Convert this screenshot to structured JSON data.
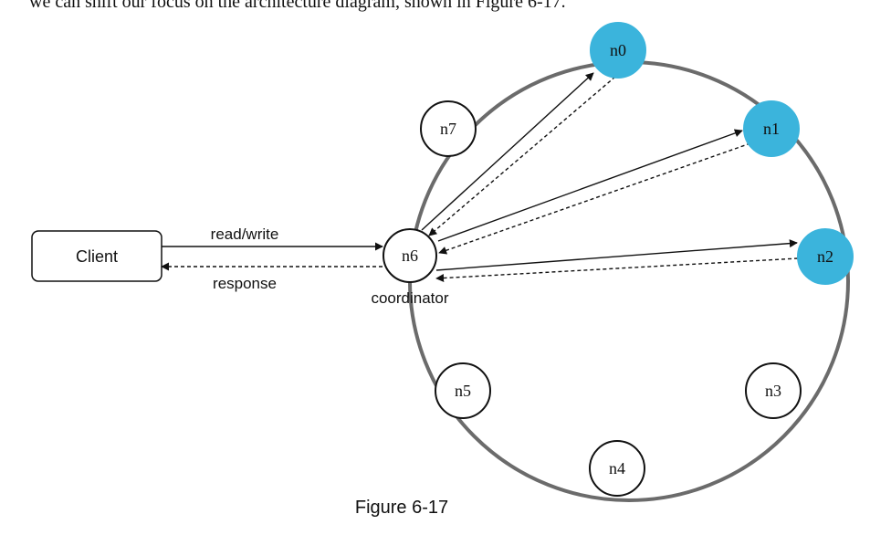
{
  "intro_text": "we can shift our focus on the architecture diagram, shown in Figure 6-17.",
  "client": {
    "label": "Client"
  },
  "edges": {
    "request_label": "read/write",
    "response_label": "response"
  },
  "coordinator_label": "coordinator",
  "nodes": [
    {
      "id": "n0",
      "label": "n0",
      "replica": true
    },
    {
      "id": "n1",
      "label": "n1",
      "replica": true
    },
    {
      "id": "n2",
      "label": "n2",
      "replica": true
    },
    {
      "id": "n3",
      "label": "n3",
      "replica": false
    },
    {
      "id": "n4",
      "label": "n4",
      "replica": false
    },
    {
      "id": "n5",
      "label": "n5",
      "replica": false
    },
    {
      "id": "n6",
      "label": "n6",
      "replica": false
    },
    {
      "id": "n7",
      "label": "n7",
      "replica": false
    }
  ],
  "caption": "Figure 6-17",
  "colors": {
    "replica_fill": "#3bb4dc",
    "ring": "#6b6b6b",
    "stroke": "#111111"
  }
}
